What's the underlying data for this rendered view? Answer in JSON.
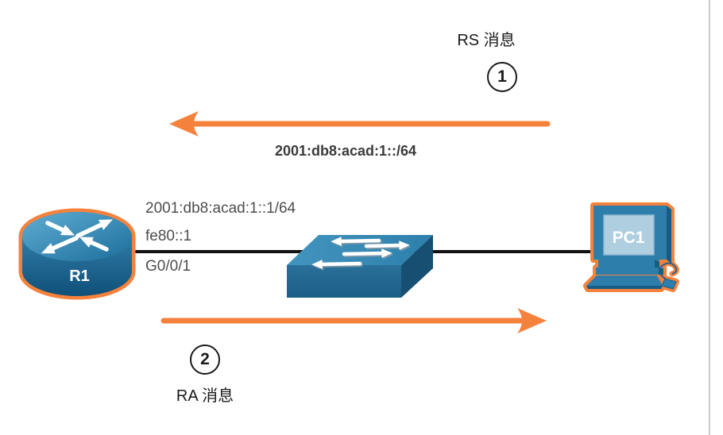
{
  "colors": {
    "accent_orange": "#F5823C",
    "line_black": "#1A1A1A",
    "label_gray": "#4D4D4D",
    "device_blue": "#2E7EAB",
    "device_dark_blue": "#175C85",
    "screen_blue": "#AFCFE0"
  },
  "flow_top": {
    "step_number": "1",
    "label": "RS 消息",
    "direction": "left",
    "prefix": "2001:db8:acad:1::/64"
  },
  "flow_bottom": {
    "step_number": "2",
    "label": "RA 消息",
    "direction": "right"
  },
  "router": {
    "name": "R1",
    "ipv6_address": "2001:db8:acad:1::1/64",
    "link_local_address": "fe80::1",
    "interface": "G0/0/1"
  },
  "pc": {
    "name": "PC1"
  }
}
